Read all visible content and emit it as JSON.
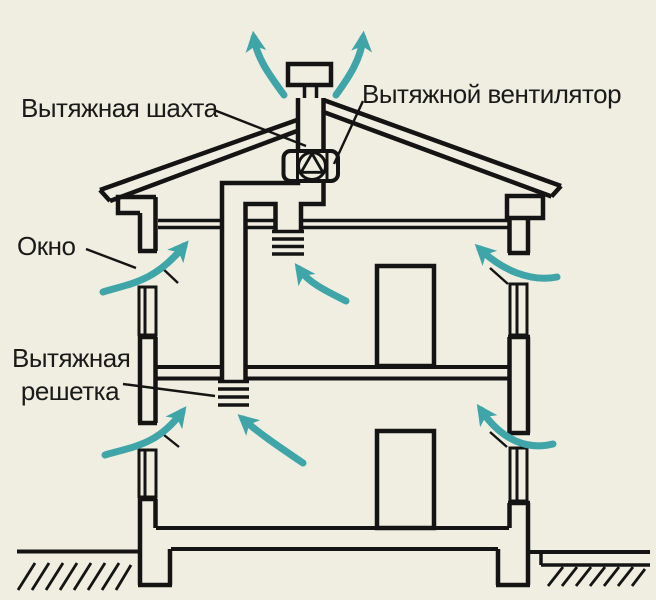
{
  "diagram": {
    "subject": "house-ventilation-cross-section",
    "labels": {
      "shaft": "Вытяжная шахта",
      "fan": "Вытяжной вентилятор",
      "window": "Окно",
      "grille_line1": "Вытяжная",
      "grille_line2": "решетка"
    },
    "airflow_arrow_count": 8
  },
  "icons": {
    "fan_symbol": "triangle-in-circle-fan-icon",
    "airflow": "curved-teal-arrow"
  },
  "colors": {
    "background": "#efeee1",
    "line": "#141414",
    "accent_airflow": "#3fa5a8",
    "text": "#1a1a1a"
  }
}
